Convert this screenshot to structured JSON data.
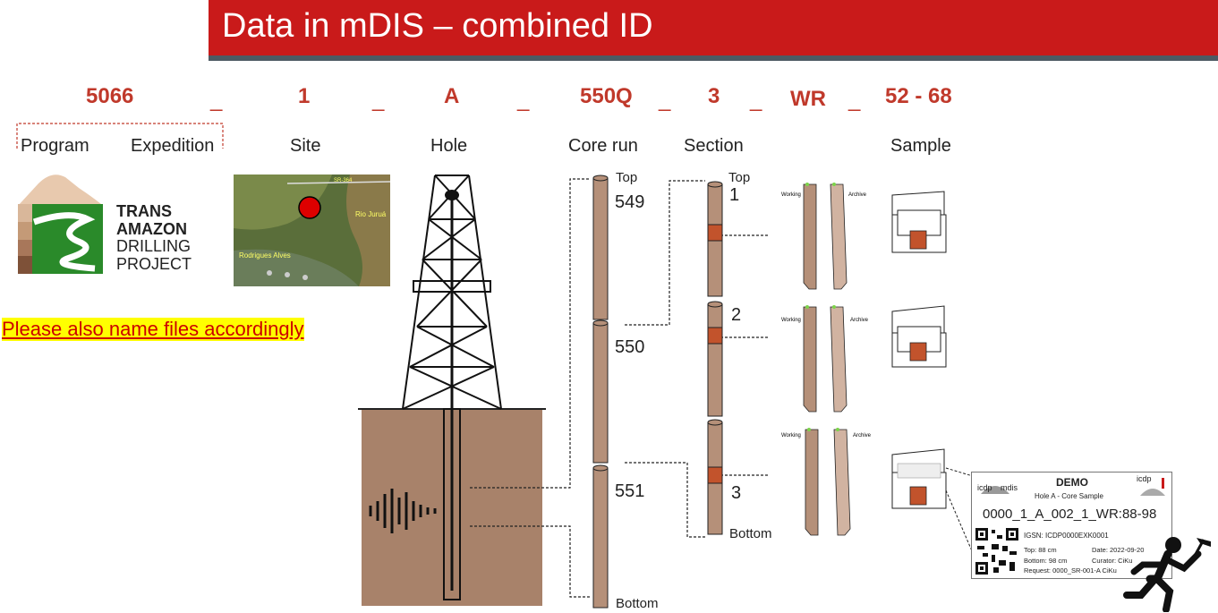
{
  "title": "Data in mDIS – combined ID",
  "combined_id": {
    "program_expedition": "5066",
    "site": "1",
    "hole": "A",
    "core_run": "550Q",
    "section": "3",
    "wr": "WR",
    "sample": "52 - 68",
    "separator": "_"
  },
  "column_labels": {
    "program": "Program",
    "expedition": "Expedition",
    "site": "Site",
    "hole": "Hole",
    "core_run": "Core run",
    "section": "Section",
    "sample": "Sample"
  },
  "logo": {
    "line1": "TRANS",
    "line2": "AMAZON",
    "line3": "DRILLING",
    "line4": "PROJECT"
  },
  "map": {
    "road_label": "SR-364",
    "river_label": "Rio Juruá",
    "town_label": "Rodrigues Alves"
  },
  "note": "Please also name files accordingly",
  "core_run": {
    "top_label": "Top",
    "bottom_label": "Bottom",
    "runs": [
      "549",
      "550",
      "551"
    ]
  },
  "section": {
    "top_label": "Top",
    "bottom_label": "Bottom",
    "sections": [
      "1",
      "2",
      "3"
    ]
  },
  "split_labels": {
    "working": "Working",
    "archive": "Archive"
  },
  "sample_label_card": {
    "header": "DEMO",
    "subheader": "Hole A - Core Sample",
    "logo_left": "icdp",
    "logo_left_b": "mdis",
    "logo_right": "icdp",
    "sample_id": "0000_1_A_002_1_WR:88-98",
    "igsn": "IGSN: ICDP0000EXK0001",
    "top": "Top: 88 cm",
    "date": "Date: 2022-09-20",
    "bottom": "Bottom: 98 cm",
    "curator": "Curator: CiKu",
    "request": "Request: 0000_SR-001-A CiKu"
  },
  "colors": {
    "title_bar": "#c91a1a",
    "id_text": "#c0392b",
    "core": "#b59079",
    "sediment": "#a8826a",
    "sample_piece": "#c2532c"
  }
}
